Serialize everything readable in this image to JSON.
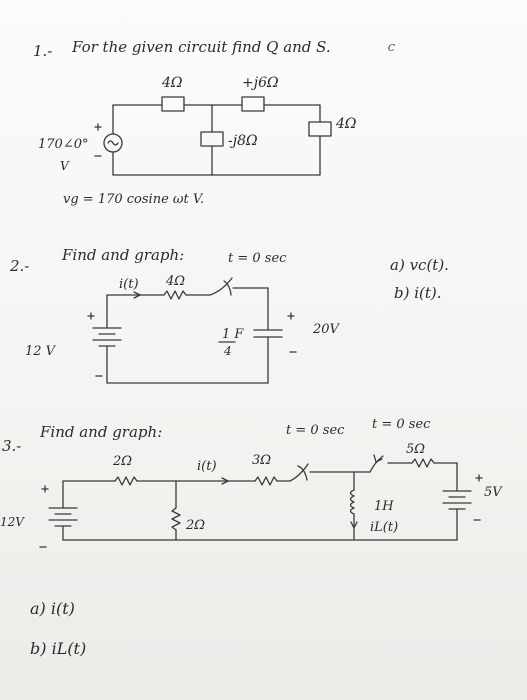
{
  "problem1": {
    "number": "1.-",
    "statement": "For the given circuit find Q  and S.",
    "q_subscript": "C",
    "r1": "4Ω",
    "xl": "+j6Ω",
    "xc": "-j8Ω",
    "r2": "4Ω",
    "source_value": "170∠0°",
    "source_unit": "V",
    "source_note": "vg = 170 cosine ωt  V."
  },
  "problem2": {
    "number": "2.-",
    "statement": "Find and graph:",
    "switch_time": "t = 0 sec",
    "current": "i(t)",
    "resistor": "4Ω",
    "battery": "12 V",
    "cap_value": "1 F",
    "cap_den": "4",
    "cap_voltage": "20V",
    "part_a": "a) vc(t).",
    "part_b": "b) i(t)."
  },
  "problem3": {
    "number": "3.-",
    "statement": "Find and graph:",
    "switch_time_1": "t = 0 sec",
    "switch_time_2": "t = 0 sec",
    "r1": "2Ω",
    "current": "i(t)",
    "r2": "3Ω",
    "r3": "5Ω",
    "battery_left": "12V",
    "shunt": "2Ω",
    "inductor": "1H",
    "inductor_current": "iL(t)",
    "battery_right": "5V",
    "part_a": "a) i(t)",
    "part_b": "b) iL(t)"
  }
}
